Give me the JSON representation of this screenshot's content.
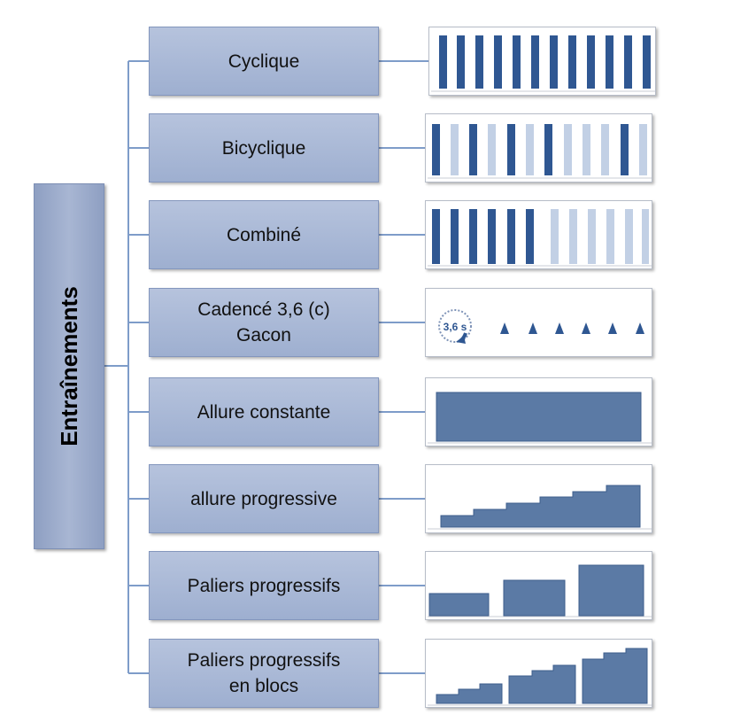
{
  "root": {
    "label": "Entraînements"
  },
  "colors": {
    "dark": "#2f5792",
    "light": "#c2d0e5",
    "fill": "#5b7aa5",
    "line": "#7e9cc9"
  },
  "trainings": [
    {
      "label": "Cyclique",
      "pattern": "cyclique"
    },
    {
      "label": "Bicyclique",
      "pattern": "bicyclique"
    },
    {
      "label": "Combiné",
      "pattern": "combine"
    },
    {
      "label": "Cadencé 3,6 (c)\nGacon",
      "pattern": "cadence",
      "badge": "3,6 s"
    },
    {
      "label": "Allure constante",
      "pattern": "constante"
    },
    {
      "label": "allure progressive",
      "pattern": "progressive"
    },
    {
      "label": "Paliers progressifs",
      "pattern": "paliers"
    },
    {
      "label": "Paliers progressifs\nen blocs",
      "pattern": "blocs"
    }
  ]
}
